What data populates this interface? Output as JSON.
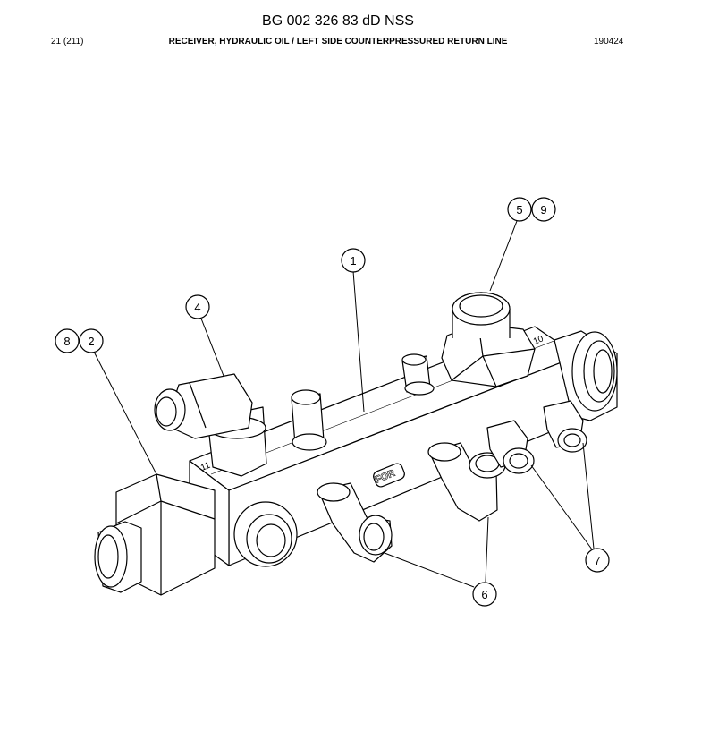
{
  "header": {
    "document_title": "BG 002 326 83 dD NSS",
    "page": "21 (211)",
    "caption": "RECEIVER, HYDRAULIC OIL / LEFT SIDE COUNTERPRESSURED RETURN LINE",
    "date": "190424"
  },
  "callouts": [
    "1",
    "2",
    "4",
    "5",
    "6",
    "7",
    "8",
    "9"
  ],
  "part_markings": {
    "port_a": "11",
    "port_b": "10",
    "stamp": "FOR"
  }
}
